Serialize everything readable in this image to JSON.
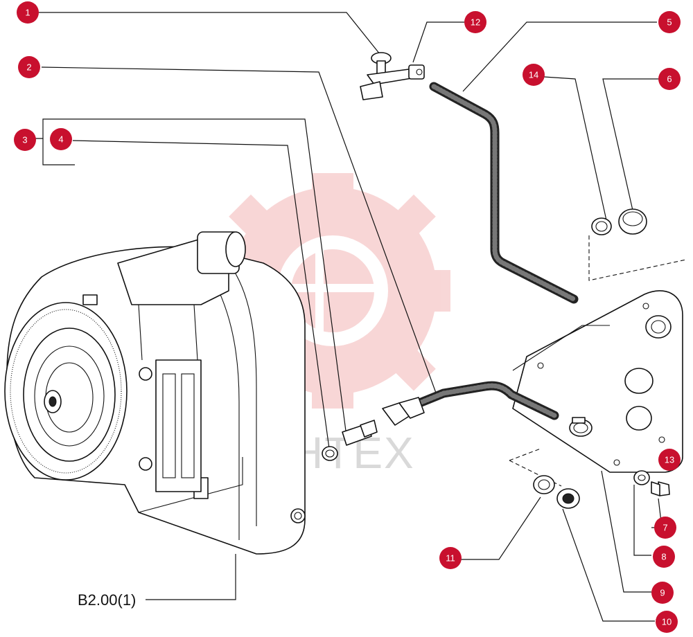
{
  "watermark": {
    "text": "ИНТЕХ",
    "gear_color": "#f6c9c9",
    "text_color": "#d9d9d9"
  },
  "callout_color": "#c8102e",
  "reference_label": "B2.00(1)",
  "callouts": [
    {
      "id": "1",
      "label": "1"
    },
    {
      "id": "2",
      "label": "2"
    },
    {
      "id": "3",
      "label": "3"
    },
    {
      "id": "4",
      "label": "4"
    },
    {
      "id": "5",
      "label": "5"
    },
    {
      "id": "6",
      "label": "6"
    },
    {
      "id": "7",
      "label": "7"
    },
    {
      "id": "8",
      "label": "8"
    },
    {
      "id": "9",
      "label": "9"
    },
    {
      "id": "10",
      "label": "10"
    },
    {
      "id": "11",
      "label": "11"
    },
    {
      "id": "12",
      "label": "12"
    },
    {
      "id": "13",
      "label": "13"
    },
    {
      "id": "14",
      "label": "14"
    }
  ]
}
